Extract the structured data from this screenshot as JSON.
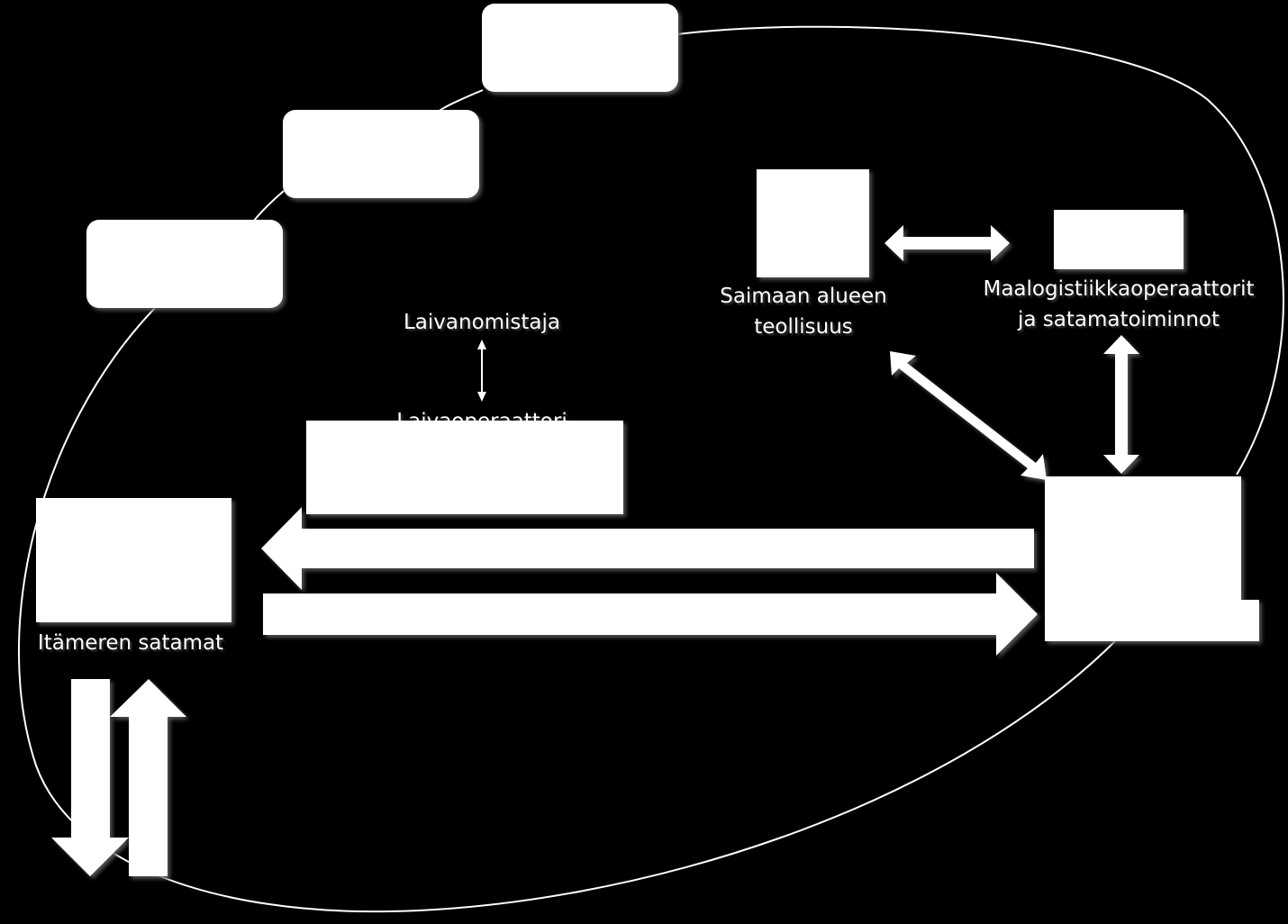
{
  "colors": {
    "background": "#000000",
    "foreground": "#ffffff"
  },
  "labels": {
    "saimaa_line1": "Saimaan alueen",
    "saimaa_line2": "teollisuus",
    "maalog_line1": "Maalogistiikkaoperaattorit",
    "maalog_line2": "ja satamatoiminnot",
    "laivanomistaja": "Laivanomistaja",
    "laivaoperaattori": "Laivaoperaattori",
    "itameren_satamat": "Itämeren satamat"
  }
}
